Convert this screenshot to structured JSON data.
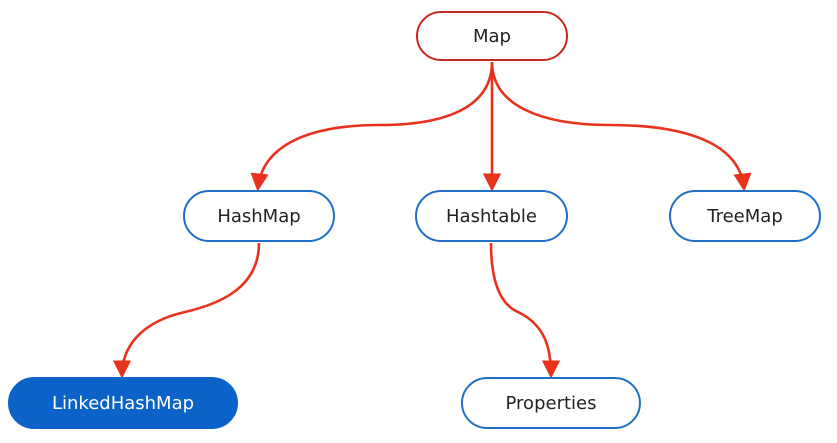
{
  "colors": {
    "edge": "#e8321c",
    "node_border": "#1f6fc6",
    "root_border": "#c42a22",
    "filled_node": "#0b63c9"
  },
  "nodes": {
    "map": "Map",
    "hashmap": "HashMap",
    "hashtable": "Hashtable",
    "treemap": "TreeMap",
    "linkedhashmap": "LinkedHashMap",
    "properties": "Properties"
  },
  "edges": [
    {
      "from": "map",
      "to": "hashmap"
    },
    {
      "from": "map",
      "to": "hashtable"
    },
    {
      "from": "map",
      "to": "treemap"
    },
    {
      "from": "hashmap",
      "to": "linkedhashmap"
    },
    {
      "from": "hashtable",
      "to": "properties"
    }
  ]
}
